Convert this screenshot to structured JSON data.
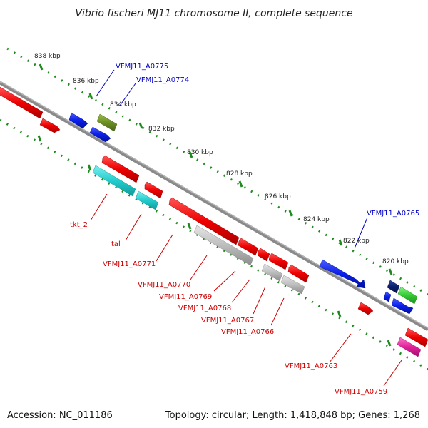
{
  "title": "Vibrio fischeri MJ11 chromosome II, complete sequence",
  "footer": {
    "accession": "Accession: NC_011186",
    "summary": "Topology: circular; Length: 1,418,848 bp; Genes: 1,268"
  },
  "scale_labels": [
    "838 kbp",
    "836 kbp",
    "834 kbp",
    "832 kbp",
    "830 kbp",
    "828 kbp",
    "826 kbp",
    "824 kbp",
    "822 kbp",
    "820 kbp"
  ],
  "gene_labels": [
    {
      "text": "VFMJ11_A0775",
      "color": "#0000cc"
    },
    {
      "text": "VFMJ11_A0774",
      "color": "#0000cc"
    },
    {
      "text": "VFMJ11_A0765",
      "color": "#0000cc"
    },
    {
      "text": "tkt_2",
      "color": "#cc0000"
    },
    {
      "text": "tal",
      "color": "#cc0000"
    },
    {
      "text": "VFMJ11_A0771",
      "color": "#cc0000"
    },
    {
      "text": "VFMJ11_A0770",
      "color": "#cc0000"
    },
    {
      "text": "VFMJ11_A0769",
      "color": "#cc0000"
    },
    {
      "text": "VFMJ11_A0768",
      "color": "#cc0000"
    },
    {
      "text": "VFMJ11_A0767",
      "color": "#cc0000"
    },
    {
      "text": "VFMJ11_A0766",
      "color": "#cc0000"
    },
    {
      "text": "VFMJ11_A0763",
      "color": "#cc0000"
    },
    {
      "text": "VFMJ11_A0759",
      "color": "#cc0000"
    }
  ],
  "colors": {
    "backbone": "#777777",
    "ticks": "#1f8a1f",
    "red": "#ee0000",
    "blue": "#0a1ee8",
    "cyan": "#22cccc",
    "grey": "#b8b8b8",
    "olive": "#6b8e23",
    "navy": "#0b1e6e",
    "green": "#33cc33",
    "magenta": "#e0209a"
  }
}
